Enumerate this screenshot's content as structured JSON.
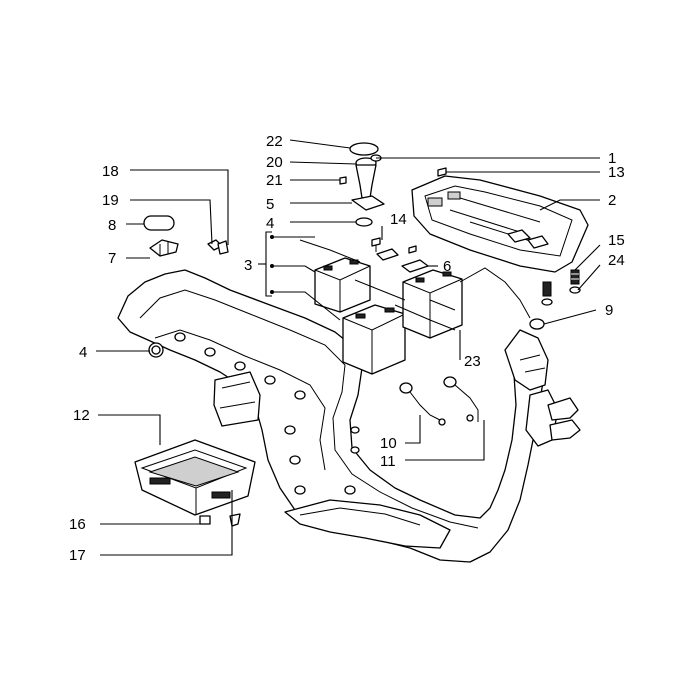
{
  "callouts": {
    "c1": "1",
    "c2": "2",
    "c3": "3",
    "c4a": "4",
    "c4b": "4",
    "c5": "5",
    "c6": "6",
    "c7": "7",
    "c8": "8",
    "c9": "9",
    "c10": "10",
    "c11": "11",
    "c12": "12",
    "c13": "13",
    "c14": "14",
    "c15": "15",
    "c16": "16",
    "c17": "17",
    "c18": "18",
    "c19": "19",
    "c20": "20",
    "c21": "21",
    "c22": "22",
    "c23": "23",
    "c24": "24"
  }
}
